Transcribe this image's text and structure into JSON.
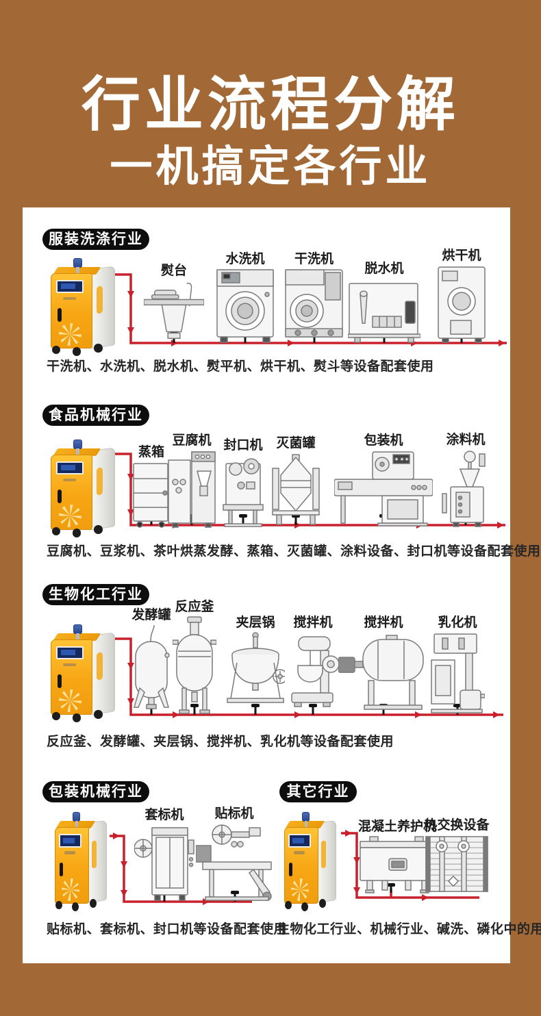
{
  "page": {
    "title_line1": "行业流程分解",
    "title_line2": "一机搞定各行业"
  },
  "colors": {
    "background_brown": "#A26836",
    "panel_white": "#FFFFFF",
    "pipe_red": "#C9202B",
    "pill_black": "#0D0D0D",
    "generator_yellow": "#F7A614",
    "text_dark": "#262626"
  },
  "sections": [
    {
      "label": "服装洗涤行业",
      "equipment": [
        "熨台",
        "水洗机",
        "干洗机",
        "脱水机",
        "烘干机"
      ],
      "caption": "干洗机、水洗机、脱水机、熨平机、烘干机、熨斗等设备配套使用"
    },
    {
      "label": "食品机械行业",
      "equipment": [
        "蒸箱",
        "豆腐机",
        "封口机",
        "灭菌罐",
        "包装机",
        "涂料机"
      ],
      "caption": "豆腐机、豆浆机、茶叶烘蒸发酵、蒸箱、灭菌罐、涂料设备、封口机等设备配套使用"
    },
    {
      "label": "生物化工行业",
      "equipment": [
        "发酵罐",
        "反应釜",
        "夹层锅",
        "搅拌机",
        "搅拌机",
        "乳化机"
      ],
      "caption": "反应釜、发酵罐、夹层锅、搅拌机、乳化机等设备配套使用"
    },
    {
      "label": "包装机械行业",
      "equipment": [
        "套标机",
        "贴标机"
      ],
      "caption": "贴标机、套标机、封口机等设备配套使用"
    },
    {
      "label": "其它行业",
      "equipment": [
        "混凝土养护机",
        "热交换设备"
      ],
      "caption": "生物化工行业、机械行业、碱洗、磷化中的用蒸汽"
    }
  ]
}
